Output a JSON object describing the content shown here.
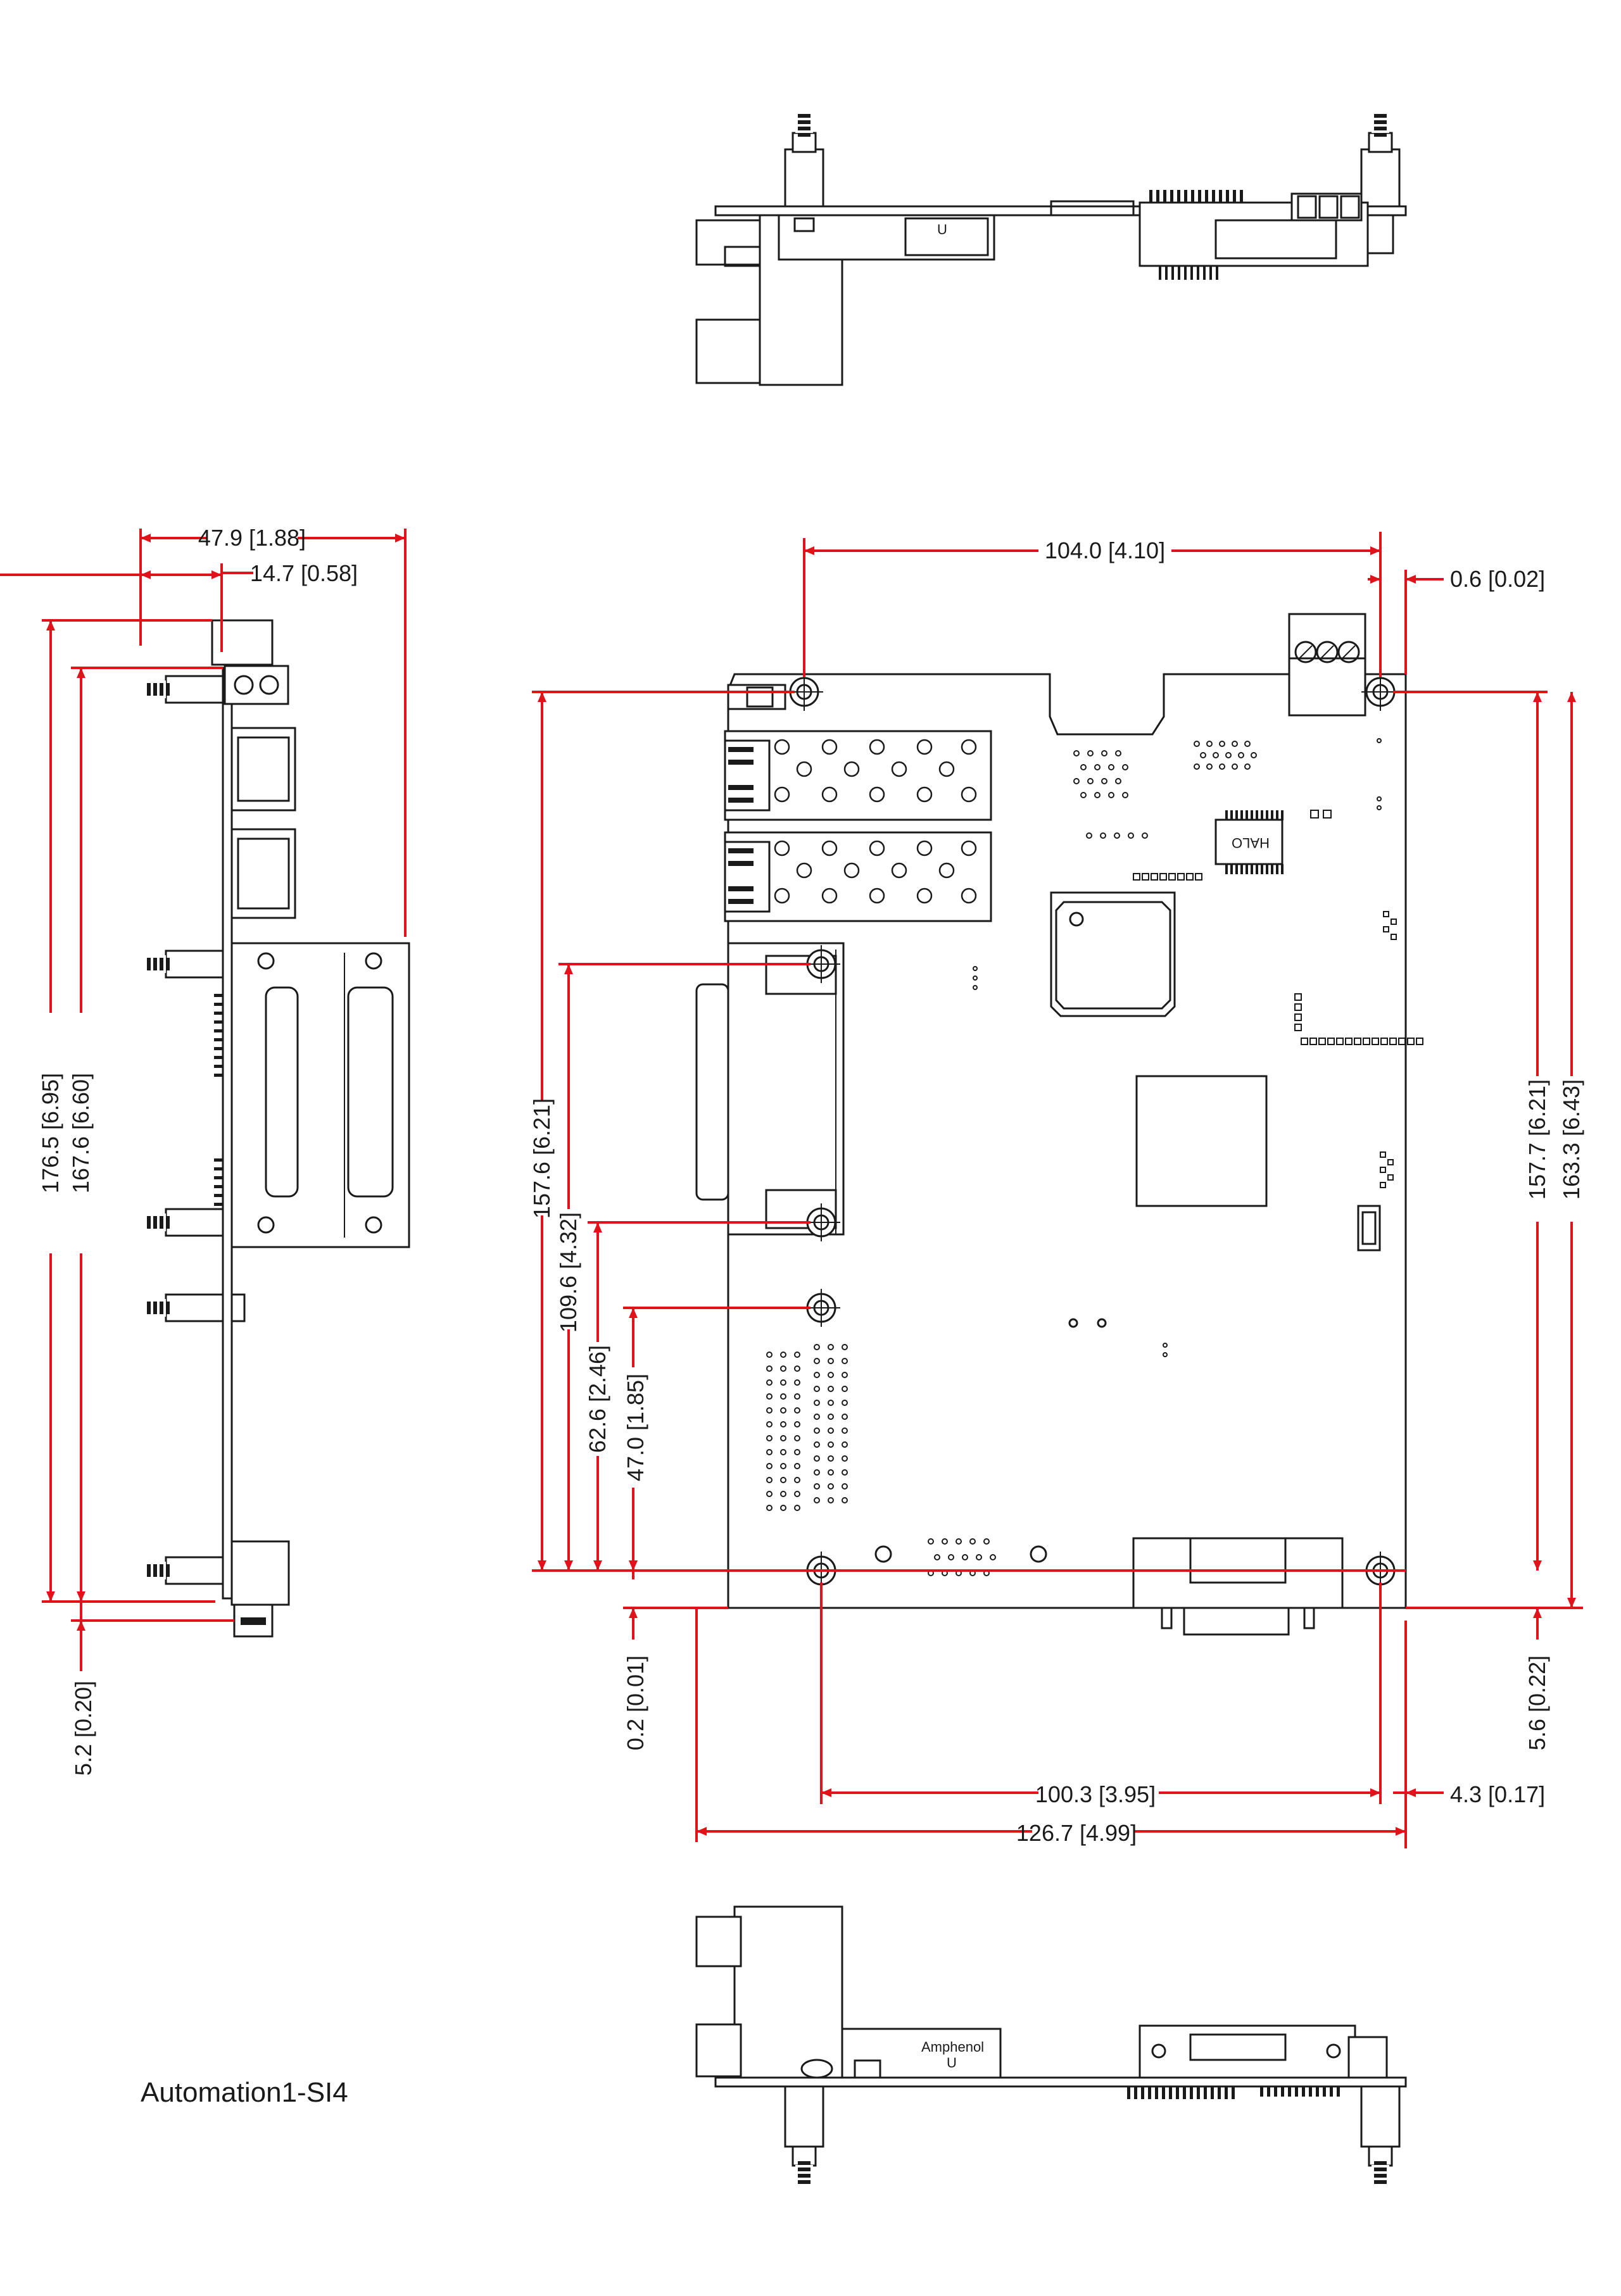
{
  "title": "Automation1-SI4",
  "dimensions": {
    "side_width_overall": "47.9 [1.88]",
    "side_width_partial": "14.7 [0.58]",
    "side_height_overall": "176.5 [6.95]",
    "side_height_board": "167.6 [6.60]",
    "side_bottom_offset": "5.2 [0.20]",
    "top_hole_spacing": "104.0 [4.10]",
    "top_right_offset": "0.6 [0.02]",
    "left_hole_top": "157.6 [6.21]",
    "left_hole_mid": "109.6 [4.32]",
    "left_hole_lower": "62.6 [2.46]",
    "left_hole_low": "47.0 [1.85]",
    "left_bottom_offset": "0.2 [0.01]",
    "right_hole_height": "157.7 [6.21]",
    "right_board_height": "163.3 [6.43]",
    "right_bottom_offset": "5.6 [0.22]",
    "bottom_hole_spacing": "100.3 [3.95]",
    "bottom_right_offset": "4.3 [0.17]",
    "board_width": "126.7 [4.99]"
  },
  "component_labels": {
    "transformer": "HALO",
    "connector_brand": "Amphenol"
  },
  "colors": {
    "dimension": "#e0121a",
    "outline": "#1a1a1a"
  }
}
